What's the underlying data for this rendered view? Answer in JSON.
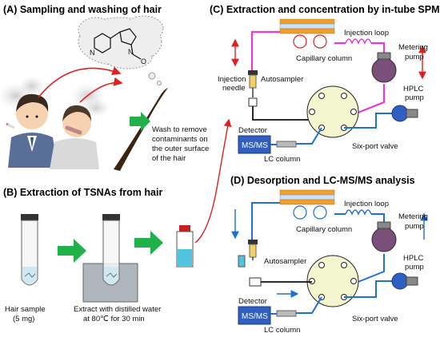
{
  "panels": {
    "a": {
      "title": "(A) Sampling and washing of hair",
      "wash_lines": [
        "Wash to remove",
        "contaminants on",
        "the outer surface",
        "of the hair"
      ],
      "molecule": {
        "ring_n": "N",
        "amine_n": "N",
        "oxygen": "O"
      }
    },
    "b": {
      "title": "(B) Extraction of TSNAs from hair",
      "sample_lines": [
        "Hair sample",
        "(5 mg)"
      ],
      "extract_lines": [
        "Extract with distilled water",
        "at 80℃ for 30 min"
      ]
    },
    "c": {
      "title": "(C) Extraction and concentration by in-tube SPME",
      "injection_loop": "Injection loop",
      "capillary_column": "Capillary column",
      "metering_pump": [
        "Metering",
        "pump"
      ],
      "injection_needle": [
        "Injection",
        "needle"
      ],
      "autosampler": "Autosampler",
      "hplc_pump": [
        "HPLC",
        "pump"
      ],
      "detector": "Detector",
      "ms": "MS/MS",
      "lc_column": "LC column",
      "valve": "Six-port valve"
    },
    "d": {
      "title": "(D) Desorption and LC-MS/MS analysis",
      "injection_loop": "Injection loop",
      "capillary_column": "Capillary column",
      "metering_pump": [
        "Metering",
        "pump"
      ],
      "autosampler": "Autosampler",
      "hplc_pump": [
        "HPLC",
        "pump"
      ],
      "detector": "Detector",
      "ms": "MS/MS",
      "lc_column": "LC column",
      "valve": "Six-port valve"
    }
  },
  "colors": {
    "arrow_green": "#22b04b",
    "flow_blue": "#1f6fd6",
    "magenta": "#e838d8",
    "red": "#e02020",
    "pump_purple": "#7a4f7a",
    "valve_fill": "#f3f5cf",
    "column_orange": "#f0a030",
    "detector_blue": "#2f5fc0"
  }
}
